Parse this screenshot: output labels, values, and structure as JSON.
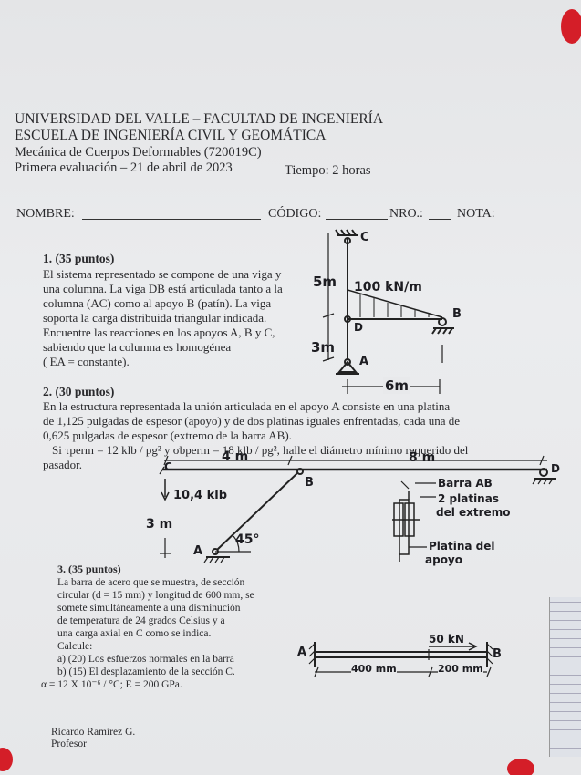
{
  "header": {
    "line1": "UNIVERSIDAD DEL VALLE – FACULTAD DE INGENIERÍA",
    "line2": "ESCUELA DE INGENIERÍA CIVIL Y GEOMÁTICA",
    "line3": "Mecánica de Cuerpos Deformables (720019C)",
    "line4": "Primera evaluación – 21 de abril de 2023",
    "time": "Tiempo: 2 horas"
  },
  "fields": {
    "nombre": "NOMBRE:",
    "codigo": "CÓDIGO:",
    "nro": "NRO.:",
    "nota": "NOTA:"
  },
  "p1": {
    "title": "1.  (35 puntos)",
    "lines": [
      "El sistema representado se compone de una viga y",
      "una columna. La viga DB está articulada tanto a la",
      "columna (AC) como al apoyo B (patín). La viga",
      "soporta la carga distribuida triangular indicada.",
      "Encuentre las reacciones en los apoyos A, B y C,",
      "sabiendo que la columna es homogénea",
      "( EA = constante)."
    ],
    "fig": {
      "c": "C",
      "d": "D",
      "a": "A",
      "b": "B",
      "load": "100 kN/m",
      "h1": "5m",
      "h2": "3m",
      "span": "6m"
    }
  },
  "p2": {
    "title": "2.  (30 puntos)",
    "lines": [
      "En la estructura representada la unión articulada en el apoyo A consiste en una platina",
      "de 1,125 pulgadas de espesor (apoyo) y de dos platinas iguales enfrentadas, cada una de",
      "0,625 pulgadas de espesor (extremo de la barra AB)."
    ],
    "line4": "Si τperm = 12 klb / pg² y σbperm = 18 klb / pg², halle el diámetro mínimo requerido del",
    "line5": "pasador.",
    "fig": {
      "c": "C",
      "b": "B",
      "a": "A",
      "d": "D",
      "span1": "4 m",
      "span2": "8 m",
      "load": "10,4 klb",
      "h": "3 m",
      "angle": "45°",
      "note1": "Barra AB",
      "note2a": "2 platinas",
      "note2b": "del extremo",
      "note3a": "Platina del",
      "note3b": "apoyo"
    }
  },
  "p3": {
    "title": "3.  (35 puntos)",
    "lines": [
      "La barra de acero que se muestra, de sección",
      "circular (d = 15 mm) y longitud de 600 mm, se",
      "somete simultáneamente a una disminución",
      "de temperatura de 24 grados Celsius y a",
      "una carga axial en C como se indica.",
      "Calcule:",
      "a)  (20) Los esfuerzos normales en la barra",
      "b)  (15) El desplazamiento de la sección C."
    ],
    "consts": "α = 12 X 10⁻⁶ / °C;   E = 200 GPa.",
    "fig": {
      "a": "A",
      "b": "B",
      "load": "50 kN",
      "l1": "400 mm",
      "l2": "200 mm"
    }
  },
  "footer": {
    "name": "Ricardo Ramírez G.",
    "role": "Profesor"
  }
}
